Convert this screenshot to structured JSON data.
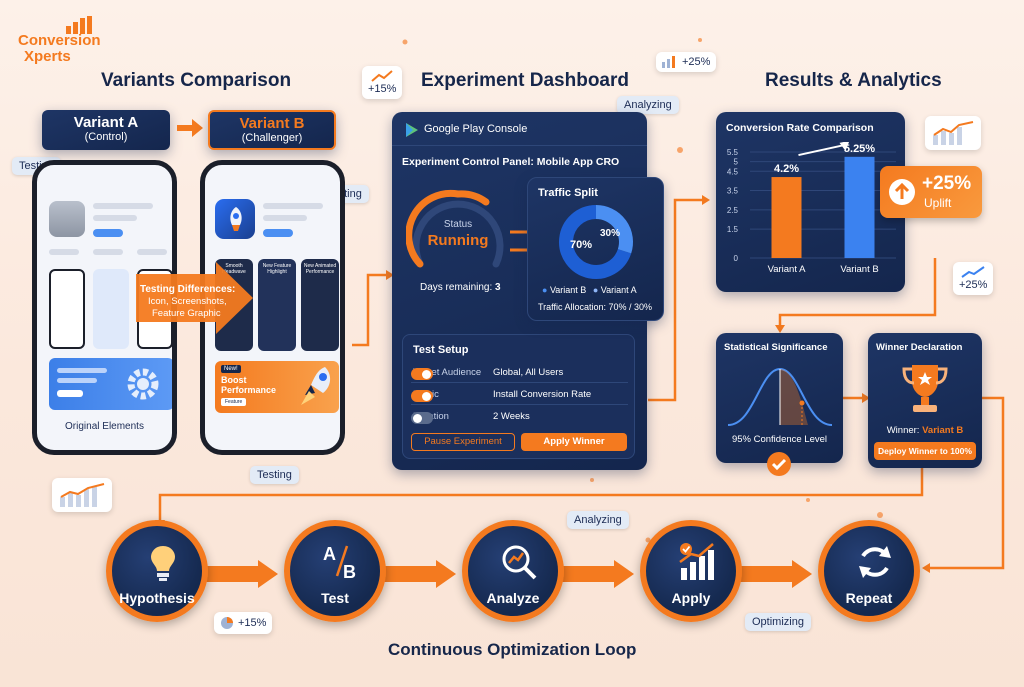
{
  "brand": {
    "name_line1": "Conversion",
    "name_line2": "Xperts"
  },
  "sections": {
    "variants": "Variants Comparison",
    "dashboard": "Experiment Dashboard",
    "results": "Results & Analytics",
    "loop": "Continuous Optimization Loop"
  },
  "variant_a": {
    "title": "Variant A",
    "subtitle": "(Control)"
  },
  "variant_b": {
    "title": "Variant B",
    "subtitle": "(Challenger)"
  },
  "chips": {
    "testing_1": "Testing",
    "testing_2": "Testing",
    "testing_3": "Testing",
    "analyzing_1": "Analyzing",
    "analyzing_2": "Analyzing",
    "optimizing": "Optimizing"
  },
  "mini_badges": {
    "b1": "+15%",
    "b2": "+25%",
    "b3": "+25%",
    "b4": "+15%"
  },
  "phone_a": {
    "elements_label": "Original Elements"
  },
  "phone_b": {
    "shot1": "Smooth Headwave",
    "shot2": "New Feature Highlight",
    "shot3": "New Animated Performance",
    "promo_tag": "New!",
    "promo_line1": "Boost",
    "promo_line2": "Performance",
    "promo_btn": "Feature"
  },
  "testing_diff": {
    "line1": "Testing Differences:",
    "line2": "Icon, Screenshots,",
    "line3": "Feature Graphic"
  },
  "dashboard": {
    "console_name": "Google Play Console",
    "panel_title": "Experiment Control Panel: Mobile App CRO",
    "status_label": "Status",
    "status_value": "Running",
    "days_label": "Days remaining:",
    "days_value": "3",
    "traffic_title": "Traffic Split",
    "legend_b": "Variant B",
    "legend_a": "Variant A",
    "allocation": "Traffic Allocation: 70% / 30%",
    "setup_title": "Test Setup",
    "setup_rows": [
      {
        "label": "Target Audience",
        "value": "Global, All Users",
        "toggle": "on"
      },
      {
        "label": "Metric",
        "value": "Install Conversion Rate",
        "toggle": "on"
      },
      {
        "label": "Duration",
        "value": "2 Weeks",
        "toggle": "off"
      }
    ],
    "pause_btn": "Pause Experiment",
    "apply_btn": "Apply Winner"
  },
  "chart_data": [
    {
      "type": "pie",
      "title": "Traffic Split",
      "categories": [
        "Variant B",
        "Variant A"
      ],
      "values": [
        70,
        30
      ],
      "labels": [
        "70%",
        "30%"
      ],
      "colors": [
        "#1e5fd4",
        "#4b8ff2"
      ]
    },
    {
      "type": "bar",
      "title": "Conversion Rate Comparison",
      "categories": [
        "Variant A",
        "Variant B"
      ],
      "values": [
        4.2,
        5.25
      ],
      "value_labels": [
        "4.2%",
        "5.25%"
      ],
      "ylim": [
        0,
        5.5
      ],
      "yticks": [
        "0",
        "1.5",
        "2.5",
        "3.5",
        "4.5",
        "5",
        "5.5"
      ],
      "ytick_values": [
        0,
        1.5,
        2.5,
        3.5,
        4.5,
        5,
        5.5
      ],
      "colors": [
        "#f47a1f",
        "#3b82f0"
      ],
      "grid": true
    }
  ],
  "uplift": {
    "value": "+25%",
    "label": "Uplift"
  },
  "significance": {
    "title": "Statistical Significance",
    "confidence": "95% Confidence Level"
  },
  "winner": {
    "title": "Winner Declaration",
    "label": "Winner:",
    "value": "Variant B",
    "deploy_btn": "Deploy Winner to 100%"
  },
  "loop_steps": [
    {
      "label": "Hypothesis",
      "icon": "lightbulb-icon"
    },
    {
      "label": "Test",
      "icon": "ab-test-icon"
    },
    {
      "label": "Analyze",
      "icon": "magnifier-chart-icon"
    },
    {
      "label": "Apply",
      "icon": "growth-chart-icon"
    },
    {
      "label": "Repeat",
      "icon": "refresh-icon"
    }
  ],
  "colors": {
    "navy": "#16264a",
    "orange": "#f47a1f",
    "blue": "#3b82f0",
    "background": "#fdf1e9"
  }
}
